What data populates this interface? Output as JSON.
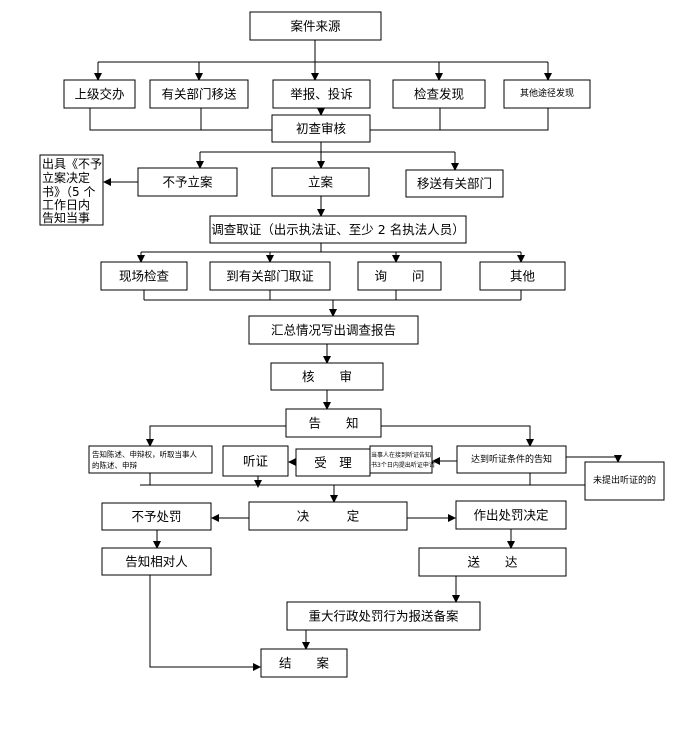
{
  "nodes": {
    "case_source": "案件来源",
    "superior_assigned": "上级交办",
    "dept_transfer": "有关部门移送",
    "report_complaint": "举报、投诉",
    "inspection_found": "检查发现",
    "other_channels": "其他途径发现",
    "preliminary_review": "初查审核",
    "no_filing": "不予立案",
    "file_case": "立案",
    "transfer_dept": "移送有关部门",
    "no_filing_notice": [
      "出具《不予",
      "立案决定",
      "书》（5 个",
      "工作日内",
      "告知当事"
    ],
    "investigation": "调查取证（出示执法证、至少 2 名执法人员）",
    "site_inspection": "现场检查",
    "dept_evidence": "到有关部门取证",
    "inquiry": "询　　问",
    "other": "其他",
    "summary_report": "汇总情况写出调查报告",
    "review": "核　　审",
    "notify": "告　　知",
    "statement_rights": [
      "告知陈述、申辩权，听取当事人",
      "的陈述、申辩"
    ],
    "hearing": "听证",
    "accept": "受　理",
    "hearing_request": [
      "当事人在接到听证告知",
      "书3个日内提出听证申请"
    ],
    "hearing_condition_notice": "达到听证条件的告知",
    "no_hearing_request": "未提出听证的的",
    "no_penalty": "不予处罚",
    "decision": "决　　　定",
    "penalty_decision": "作出处罚决定",
    "notify_party": "告知相对人",
    "delivery": "送　　达",
    "major_penalty_filing": "重大行政处罚行为报送备案",
    "close_case": "结　　案"
  }
}
